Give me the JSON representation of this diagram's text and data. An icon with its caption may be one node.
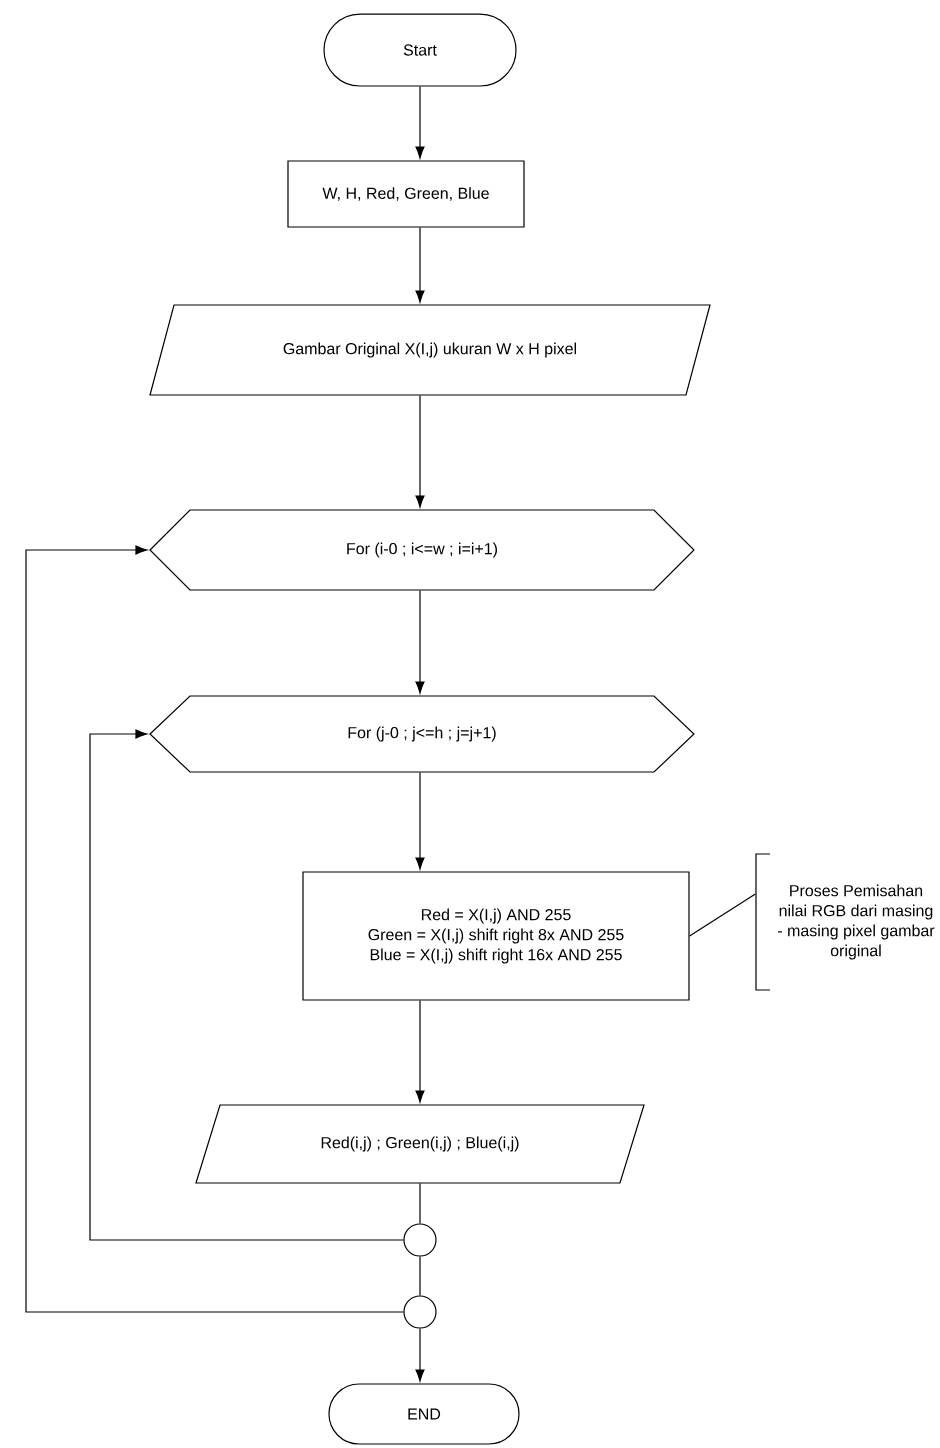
{
  "diagram": {
    "nodes": [
      {
        "text": [
          "Start"
        ]
      },
      {
        "text": [
          "W, H, Red, Green, Blue"
        ]
      },
      {
        "text": [
          "Gambar Original X(I,j) ukuran W x H pixel"
        ]
      },
      {
        "text": [
          "For (i-0 ; i<=w ; i=i+1)"
        ]
      },
      {
        "text": [
          "For (j-0 ; j<=h ; j=j+1)"
        ]
      },
      {
        "text": [
          "Red = X(I,j) AND 255",
          "Green = X(I,j) shift right 8x AND 255",
          "Blue = X(I,j) shift right 16x AND 255"
        ]
      },
      {
        "text": [
          "Proses Pemisahan nilai RGB dari masing - masing pixel gambar original"
        ]
      },
      {
        "text": [
          "Red(i,j) ; Green(i,j) ; Blue(i,j)"
        ]
      },
      {
        "text": [],
        "shape": "circle"
      },
      {
        "text": [],
        "shape": "circle"
      },
      {
        "text": [
          "END"
        ]
      }
    ],
    "edges": [
      {
        "from": 0,
        "to": 1,
        "arrow": "to"
      },
      {
        "from": 1,
        "to": 2,
        "arrow": "to"
      },
      {
        "from": 2,
        "to": 3,
        "arrow": "to"
      },
      {
        "from": 3,
        "to": 4,
        "arrow": "to"
      },
      {
        "from": 4,
        "to": 5,
        "arrow": "to"
      },
      {
        "from": 5,
        "to": 7,
        "arrow": "to"
      },
      {
        "from": 7,
        "to": 8,
        "arrow": "none"
      },
      {
        "from": 8,
        "to": 9,
        "arrow": "none"
      },
      {
        "from": 9,
        "to": 10,
        "arrow": "to"
      },
      {
        "from": 8,
        "to": 4,
        "arrow": "to"
      },
      {
        "from": 9,
        "to": 3,
        "arrow": "to"
      },
      {
        "from": 6,
        "to": 5,
        "arrow": "none"
      }
    ]
  }
}
